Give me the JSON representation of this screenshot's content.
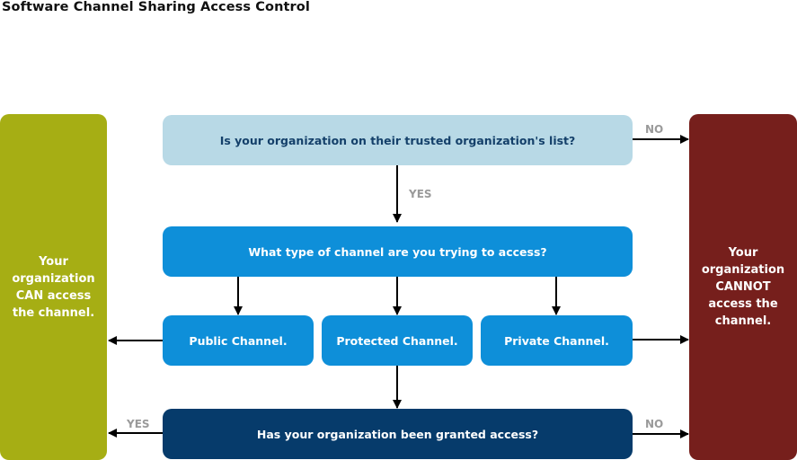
{
  "title": "Software Channel Sharing Access Control",
  "boxes": {
    "can_access": "Your organization CAN access the channel.",
    "cannot_access": "Your organization CANNOT access the channel.",
    "trusted_question": "Is your organization on their trusted organization's list?",
    "channel_type_question": "What type of channel are you trying to access?",
    "public_channel": "Public Channel.",
    "protected_channel": "Protected Channel.",
    "private_channel": "Private Channel.",
    "granted_question": "Has your organization been granted access?"
  },
  "labels": {
    "no_top": "NO",
    "yes_middle": "YES",
    "yes_bottom": "YES",
    "no_bottom": "NO"
  },
  "colors": {
    "can_green": "#a6ae14",
    "cannot_red": "#761f1c",
    "light_blue": "#b8d9e6",
    "mid_blue": "#0e8fd9",
    "dark_blue": "#063b6b",
    "arrow": "#000000",
    "label_gray": "#9a9a9a"
  }
}
